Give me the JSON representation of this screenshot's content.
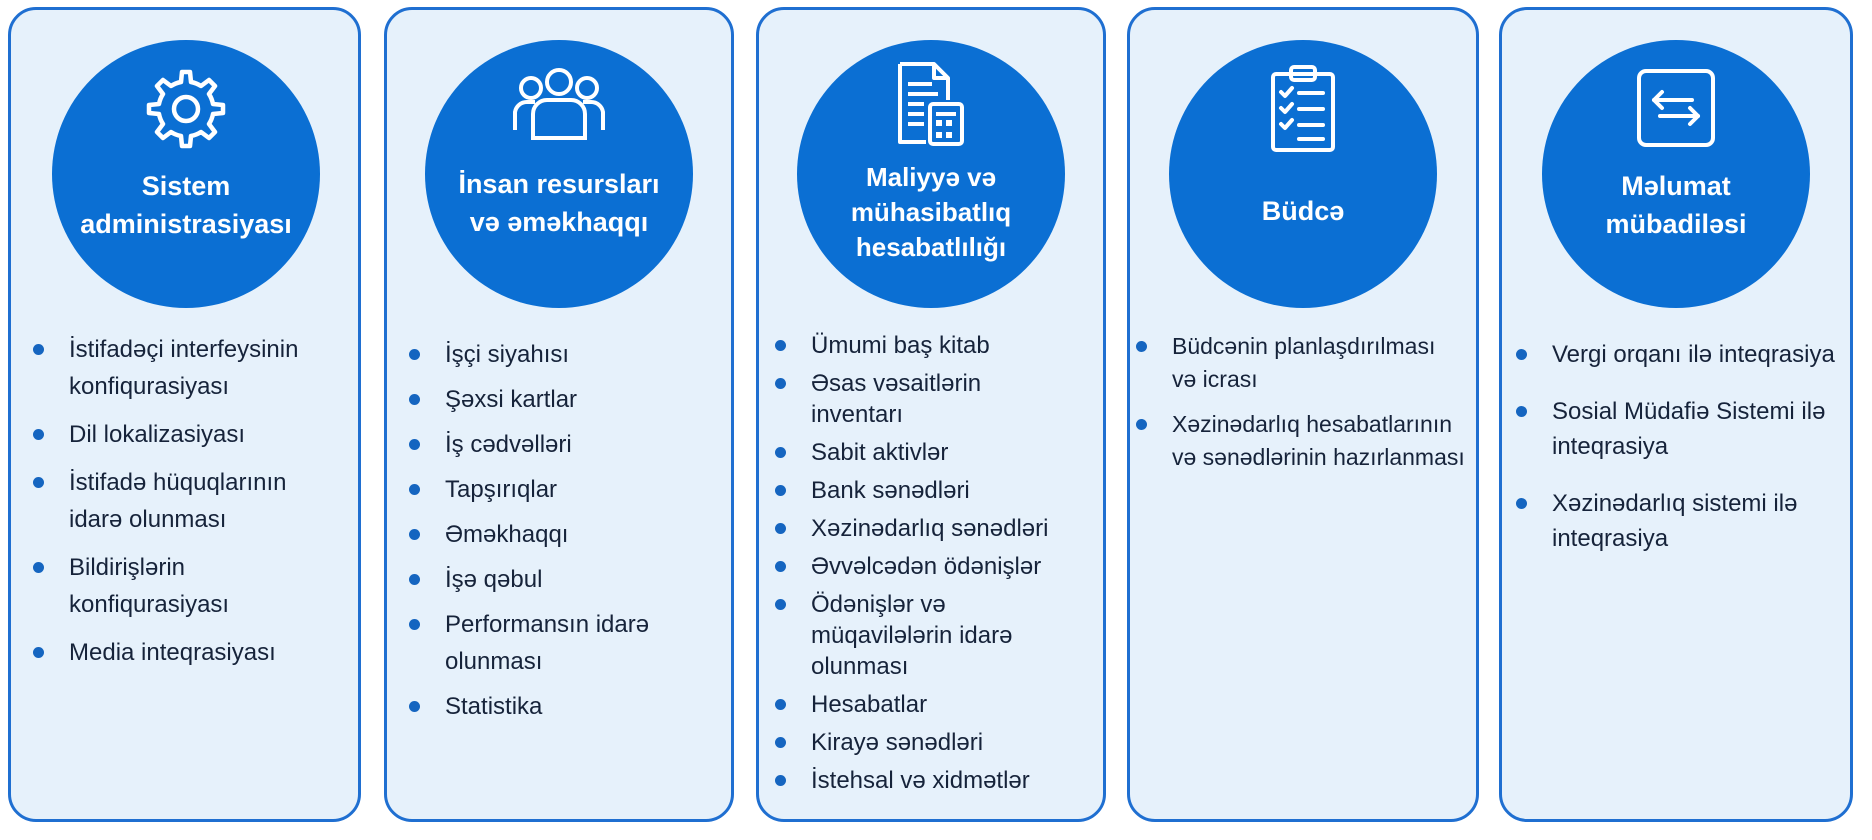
{
  "columns": [
    {
      "title": "Sistem\nadministrasiyası",
      "icon": "gear-icon",
      "items": [
        "İstifadəçi interfeysinin\nkonfiqurasiyası",
        "Dil lokalizasiyası",
        "İstifadə hüquqlarının\nidarə olunması",
        "Bildirişlərin\nkonfiqurasiyası",
        "Media inteqrasiyası"
      ]
    },
    {
      "title": "İnsan resursları\nvə əməkhaqqı",
      "icon": "people-group-icon",
      "items": [
        "İşçi siyahısı",
        "Şəxsi kartlar",
        "İş cədvəlləri",
        "Tapşırıqlar",
        "Əməkhaqqı",
        "İşə qəbul",
        "Performansın idarə\nolunması",
        "Statistika"
      ]
    },
    {
      "title": "Maliyyə və\nmühasibatlıq\nhesabatlılığı",
      "icon": "document-calculator-icon",
      "items": [
        "Ümumi baş kitab",
        "Əsas vəsaitlərin\ninventarı",
        "Sabit aktivlər",
        "Bank sənədləri",
        "Xəzinədarlıq sənədləri",
        "Əvvəlcədən ödənişlər",
        "Ödənişlər və\nmüqavilələrin idarə\nolunması",
        "Hesabatlar",
        "Kirayə sənədləri",
        "İstehsal və xidmətlər"
      ]
    },
    {
      "title": "Büdcə",
      "icon": "clipboard-checklist-icon",
      "items": [
        "Büdcənin planlaşdırılması\nvə icrası",
        "Xəzinədarlıq hesabatlarının\nvə sənədlərinin hazırlanması"
      ]
    },
    {
      "title": "Məlumat\nmübadiləsi",
      "icon": "data-exchange-arrows-icon",
      "items": [
        "Vergi orqanı ilə inteqrasiya",
        "Sosial Müdafiə Sistemi ilə\ninteqrasiya",
        "Xəzinədarlıq sistemi ilə\ninteqrasiya"
      ]
    }
  ],
  "colors": {
    "card_background": "#e6f1fb",
    "card_border": "#1f6fd1",
    "circle_fill": "#0b6fd3",
    "bullet": "#1565c0",
    "text": "#16233a"
  }
}
